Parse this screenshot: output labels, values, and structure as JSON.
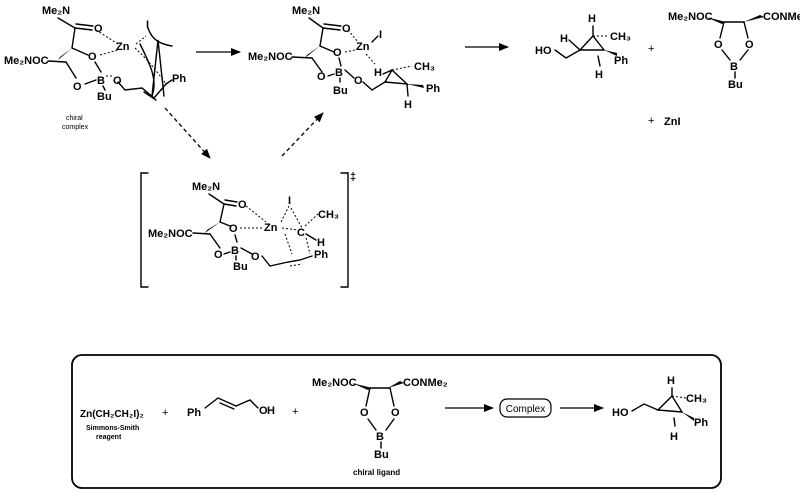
{
  "colors": {
    "ink": "#000000",
    "background": "#ffffff"
  },
  "labels": {
    "me2n": "Me₂N",
    "me2noc": "Me₂NOC",
    "conme2": "CONMe₂",
    "o": "O",
    "b": "B",
    "bu": "Bu",
    "zn": "Zn",
    "i": "I",
    "ph": "Ph",
    "h": "H",
    "ho": "HO",
    "ch3": "CH₃",
    "c": "C",
    "dagger": "‡",
    "plus": "+",
    "zni": "ZnI"
  },
  "captions": {
    "chiral_complex_line1": "chiral",
    "chiral_complex_line2": "complex",
    "reagent_name": "Zn(CH₂CH₂I)₂",
    "reagent_caption_line1": "Simmons-Smith",
    "reagent_caption_line2": "reagent",
    "chiral_ligand": "chiral ligand",
    "complex_box": "Complex"
  }
}
